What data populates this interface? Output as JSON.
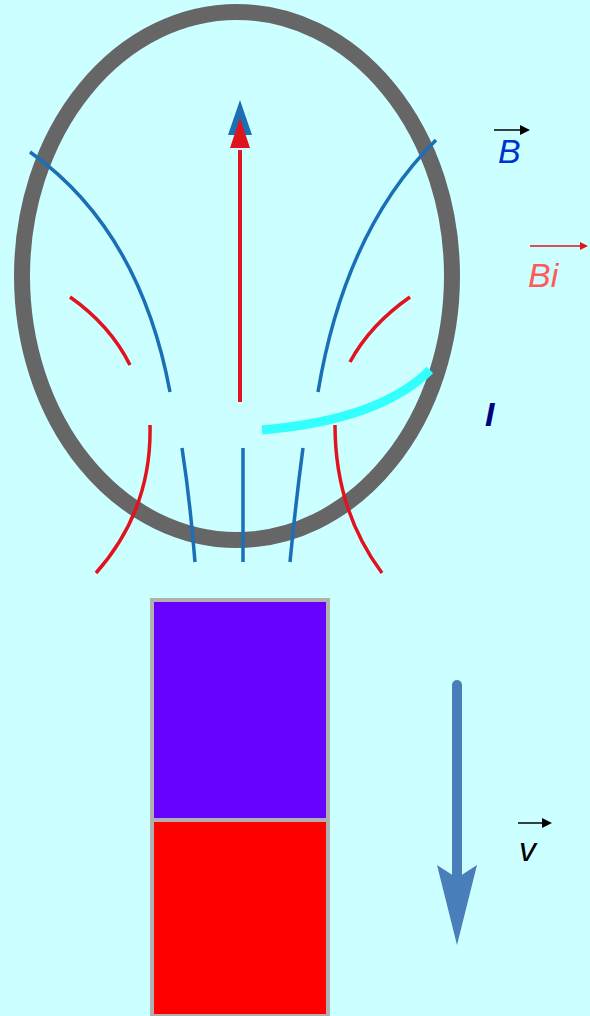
{
  "diagram": {
    "labels": [
      "B",
      "Bi",
      "I",
      "v"
    ]
  }
}
